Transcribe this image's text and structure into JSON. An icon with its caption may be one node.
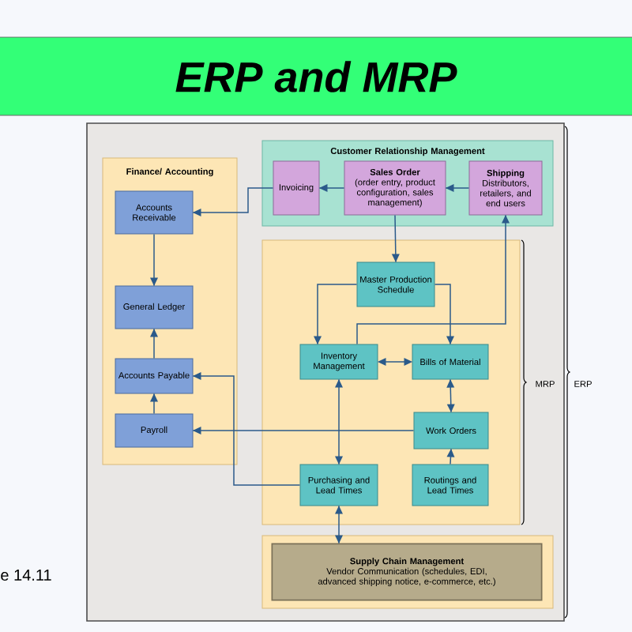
{
  "diagram": {
    "title": "ERP and MRP",
    "nodes": [
      {
        "text": [
          "Finance/ Accounting"
        ]
      },
      {
        "text": [
          "Accounts Receivable"
        ],
        "in": 0
      },
      {
        "text": [
          "General Ledger"
        ],
        "in": 0
      },
      {
        "text": [
          "Accounts Payable"
        ],
        "in": 0
      },
      {
        "text": [
          "Payroll"
        ],
        "in": 0
      },
      {
        "text": [
          "Customer Relationship Management"
        ]
      },
      {
        "text": [
          "Invoicing"
        ],
        "in": 5
      },
      {
        "text": [
          "Sales Order",
          "(order entry, product configuration, sales management)"
        ],
        "in": 5
      },
      {
        "text": [
          "Shipping",
          "Distributors, retailers, and end users"
        ],
        "in": 5
      },
      {
        "text": [
          "Master Production Schedule"
        ]
      },
      {
        "text": [
          "Inventory Management"
        ]
      },
      {
        "text": [
          "Bills of Material"
        ]
      },
      {
        "text": [
          "Work Orders"
        ]
      },
      {
        "text": [
          "Purchasing and Lead Times"
        ]
      },
      {
        "text": [
          "Routings and Lead Times"
        ]
      },
      {
        "text": [
          "Supply Chain Management",
          "Vendor Communication (schedules, EDI, advanced shipping notice, e-commerce, etc.)"
        ]
      }
    ],
    "edges": [
      {
        "from": 6,
        "to": 1,
        "arrow": "to"
      },
      {
        "from": 7,
        "to": 6,
        "arrow": "to"
      },
      {
        "from": 8,
        "to": 7,
        "arrow": "to"
      },
      {
        "from": 7,
        "to": 9,
        "arrow": "to"
      },
      {
        "from": 10,
        "to": 8,
        "arrow": "to"
      },
      {
        "from": 9,
        "to": 10,
        "arrow": "to"
      },
      {
        "from": 9,
        "to": 11,
        "arrow": "to"
      },
      {
        "from": 10,
        "to": 11,
        "arrow": "both"
      },
      {
        "from": 12,
        "to": 11,
        "arrow": "both"
      },
      {
        "from": 14,
        "to": 12,
        "arrow": "to"
      },
      {
        "from": 10,
        "to": 13,
        "arrow": "both"
      },
      {
        "from": 12,
        "to": 4,
        "arrow": "to"
      },
      {
        "from": 13,
        "to": 3,
        "arrow": "to"
      },
      {
        "from": 13,
        "to": 15,
        "arrow": "both"
      },
      {
        "from": 1,
        "to": 2,
        "arrow": "to"
      },
      {
        "from": 3,
        "to": 2,
        "arrow": "to"
      },
      {
        "from": 4,
        "to": 3,
        "arrow": "to"
      }
    ],
    "labels": [
      "MRP",
      "ERP",
      "e 14.11"
    ]
  }
}
